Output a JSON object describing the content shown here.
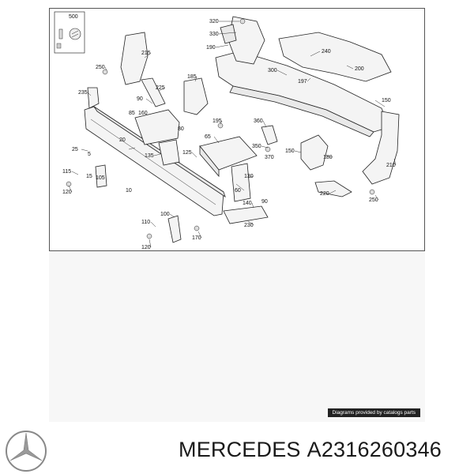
{
  "diagram": {
    "credit": "Diagrams provided by catalogs parts",
    "labels": {
      "p500": "500",
      "p320": "320",
      "p330": "330",
      "p190": "190",
      "p240": "240",
      "p215": "215",
      "p250a": "250",
      "p300": "300",
      "p200": "200",
      "p197": "197",
      "p185": "185",
      "p225": "225",
      "p235": "235",
      "p90a": "90",
      "p160": "160",
      "p80": "80",
      "p150a": "150",
      "p195": "195",
      "p360": "360",
      "p85": "85",
      "p20": "20",
      "p25": "25",
      "p5": "5",
      "p65": "65",
      "p350": "350",
      "p135": "135",
      "p125": "125",
      "p370": "370",
      "p150b": "150",
      "p180": "180",
      "p210": "210",
      "p115": "115",
      "p15": "15",
      "p105": "105",
      "p130": "130",
      "p120a": "120",
      "p10": "10",
      "p60": "60",
      "p220": "220",
      "p140": "140",
      "p90b": "90",
      "p250b": "250",
      "p100": "100",
      "p110": "110",
      "p230": "230",
      "p170": "170",
      "p120b": "120"
    }
  },
  "footer": {
    "brand": "MERCEDES",
    "part_number": "A2316260346",
    "logo_icon": "mercedes-star-icon"
  },
  "colors": {
    "border": "#555555",
    "lower_bg": "#f7f7f7",
    "credit_bg": "#222222",
    "text": "#1a1a1a"
  }
}
